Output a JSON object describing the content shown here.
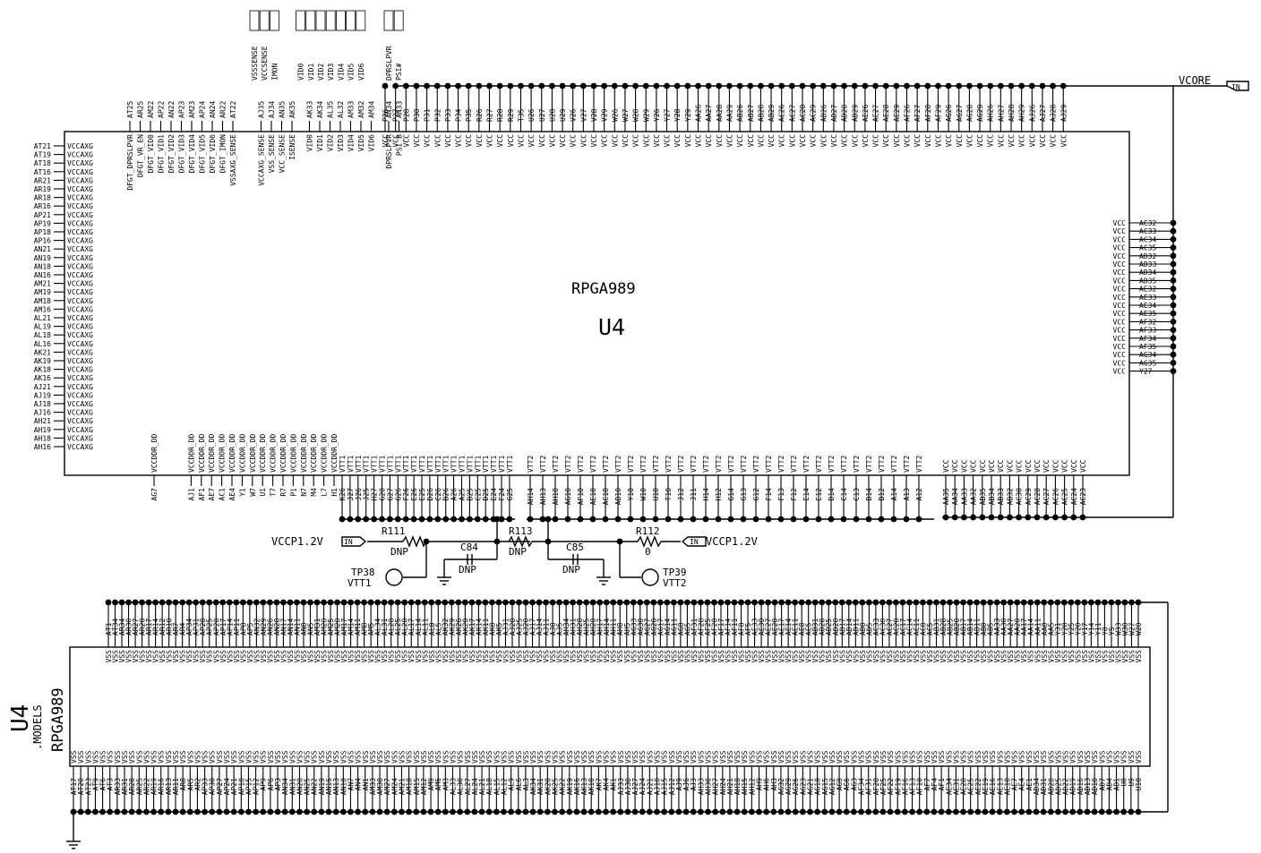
{
  "upper": {
    "part": "RPGA989",
    "refdes": "U4",
    "left_pins": [
      "AT21",
      "AT19",
      "AT18",
      "AT16",
      "AR21",
      "AR19",
      "AR18",
      "AR16",
      "AP21",
      "AP19",
      "AP18",
      "AP16",
      "AN21",
      "AN19",
      "AN18",
      "AN16",
      "AM21",
      "AM19",
      "AM18",
      "AM16",
      "AL21",
      "AL19",
      "AL18",
      "AL16",
      "AK21",
      "AK19",
      "AK18",
      "AK16",
      "AJ21",
      "AJ19",
      "AJ18",
      "AJ16",
      "AH21",
      "AH19",
      "AH18",
      "AH16"
    ],
    "left_names": [
      "VCCAXG",
      "VCCAXG",
      "VCCAXG",
      "VCCAXG",
      "VCCAXG",
      "VCCAXG",
      "VCCAXG",
      "VCCAXG",
      "VCCAXG",
      "VCCAXG",
      "VCCAXG",
      "VCCAXG",
      "VCCAXG",
      "VCCAXG",
      "VCCAXG",
      "VCCAXG",
      "VCCAXG",
      "VCCAXG",
      "VCCAXG",
      "VCCAXG",
      "VCCAXG",
      "VCCAXG",
      "VCCAXG",
      "VCCAXG",
      "VCCAXG",
      "VCCAXG",
      "VCCAXG",
      "VCCAXG",
      "VCCAXG",
      "VCCAXG",
      "VCCAXG",
      "VCCAXG",
      "VCCAXG",
      "VCCAXG",
      "VCCAXG",
      "VCCAXG"
    ],
    "top_left_pins": [
      "AT25",
      "AR25",
      "AM22",
      "AP22",
      "AN22",
      "AP23",
      "AM23",
      "AP24",
      "AN24",
      "AR22",
      "AT22",
      "AJ35",
      "AJ34",
      "AN35",
      "AK35",
      "AK33",
      "AK34",
      "AL35",
      "AL32",
      "AM33",
      "AM32",
      "AM34",
      "AN34",
      "AN33"
    ],
    "top_left_names": [
      "DFGT_DPRSLPVR",
      "DFGT_VR_EN",
      "DFGT_VID0",
      "DFGT_VID1",
      "DFGT_VID2",
      "DFGT_VID3",
      "DFGT_VID4",
      "DFGT_VID5",
      "DFGT_VID6",
      "DFGT_IMON",
      "VSSAXG_SENSE",
      "VCCAXG_SENSE",
      "VSS_SENSE",
      "VCC_SENSE",
      "ISENSE",
      "VID0",
      "VID1",
      "VID2",
      "VID3",
      "VID4",
      "VID5",
      "VID6",
      "DPRSLPVR",
      "PSI_B"
    ],
    "top_nets": [
      "VSSSENSE",
      "VCCSENSE",
      "IMON",
      "VID0",
      "VID1",
      "VID2",
      "VID3",
      "VID4",
      "VID5",
      "VID6",
      "DPRSLPVR",
      "PSI#"
    ],
    "top_vcc_pins": [
      "P26",
      "P27",
      "P28",
      "P30",
      "P31",
      "P32",
      "P33",
      "P34",
      "P35",
      "R26",
      "R27",
      "R28",
      "R29",
      "T35",
      "U26",
      "U27",
      "U28",
      "U29",
      "V26",
      "V27",
      "V28",
      "V29",
      "W26",
      "W27",
      "W28",
      "W29",
      "Y26",
      "Y27",
      "Y28",
      "Y29",
      "AA26",
      "AA27",
      "AA28",
      "AA29",
      "AB26",
      "AB27",
      "AB28",
      "AB29",
      "AC26",
      "AC27",
      "AC28",
      "AC29",
      "AD26",
      "AD27",
      "AD28",
      "AD29",
      "AE26",
      "AE27",
      "AE28",
      "AE29",
      "AF26",
      "AF27",
      "AF28",
      "AF29",
      "AG26",
      "AG27",
      "AG28",
      "AG29",
      "AH26",
      "AH27",
      "AH28",
      "AH29",
      "AJ26",
      "AJ27",
      "AJ28",
      "AJ29"
    ],
    "top_vcc_names": [
      "VCC",
      "VCC",
      "VCC",
      "VCC",
      "VCC",
      "VCC",
      "VCC",
      "VCC",
      "VCC",
      "VCC",
      "VCC",
      "VCC",
      "VCC",
      "VCC",
      "VCC",
      "VCC",
      "VCC",
      "VCC",
      "VCC",
      "VCC",
      "VCC",
      "VCC",
      "VCC",
      "VCC",
      "VCC",
      "VCC",
      "VCC",
      "VCC",
      "VCC",
      "VCC",
      "VCC",
      "VCC",
      "VCC",
      "VCC",
      "VCC",
      "VCC",
      "VCC",
      "VCC",
      "VCC",
      "VCC",
      "VCC",
      "VCC",
      "VCC",
      "VCC",
      "VCC",
      "VCC",
      "VCC",
      "VCC",
      "VCC",
      "VCC",
      "VCC",
      "VCC",
      "VCC",
      "VCC",
      "VCC",
      "VCC",
      "VCC",
      "VCC",
      "VCC",
      "VCC",
      "VCC",
      "VCC",
      "VCC",
      "VCC",
      "VCC",
      "VCC"
    ],
    "right_pins": [
      "AC32",
      "AC33",
      "AC34",
      "AC35",
      "AD32",
      "AD33",
      "AD34",
      "AD35",
      "AE32",
      "AE33",
      "AE34",
      "AE35",
      "AF32",
      "AF33",
      "AF34",
      "AF35",
      "AG34",
      "AG35",
      "Y27"
    ],
    "right_names": [
      "VCC",
      "VCC",
      "VCC",
      "VCC",
      "VCC",
      "VCC",
      "VCC",
      "VCC",
      "VCC",
      "VCC",
      "VCC",
      "VCC",
      "VCC",
      "VCC",
      "VCC",
      "VCC",
      "VCC",
      "VCC",
      "VCC"
    ],
    "bottom_ddr_pins": [
      "AG7",
      "AJ1",
      "AF1",
      "AE7",
      "AC1",
      "AE4",
      "Y1",
      "W7",
      "U1",
      "T7",
      "R7",
      "P1",
      "N7",
      "M4",
      "L7",
      "H1"
    ],
    "bottom_ddr_names": [
      "VCCDDR_DD",
      "VCCDDR_DD",
      "VCCDDR_DD",
      "VCCDDR_DD",
      "VCCDDR_DD",
      "VCCDDR_DD",
      "VCCDDR_DD",
      "VCCDDR_DD",
      "VCCDDR_DD",
      "VCCDDR_DD",
      "VCCDDR_DD",
      "VCCDDR_DD",
      "VCCDDR_DD",
      "VCCDDR_DD",
      "VCCDDR_DD",
      "VCCDDR_DD"
    ],
    "vtt1_pins": [
      "K26",
      "J27",
      "J26",
      "J25",
      "H27",
      "G28",
      "G27",
      "G26",
      "F26",
      "E26",
      "E25",
      "D26",
      "C26",
      "B26",
      "A26",
      "A25",
      "B25",
      "C25",
      "D25",
      "E24",
      "F24",
      "G25"
    ],
    "vtt1_names": [
      "VTT1",
      "VTT1",
      "VTT1",
      "VTT1",
      "VTT1",
      "VTT1",
      "VTT1",
      "VTT1",
      "VTT1",
      "VTT1",
      "VTT1",
      "VTT1",
      "VTT1",
      "VTT1",
      "VTT1",
      "VTT1",
      "VTT1",
      "VTT1",
      "VTT1",
      "VTT1",
      "VTT1",
      "VTT1"
    ],
    "vtt2_pins": [
      "AH14",
      "AH13",
      "AH10",
      "AG10",
      "AF10",
      "AE10",
      "AC10",
      "AB10",
      "Y10",
      "W10",
      "U10",
      "T10",
      "J12",
      "J11",
      "H14",
      "H12",
      "G14",
      "G13",
      "G12",
      "F14",
      "F13",
      "F12",
      "E14",
      "E12",
      "D14",
      "C14",
      "C13",
      "B14",
      "B12",
      "A14",
      "A13",
      "A12"
    ],
    "vtt2_names": [
      "VTT2",
      "VTT2",
      "VTT2",
      "VTT2",
      "VTT2",
      "VTT2",
      "VTT2",
      "VTT2",
      "VTT2",
      "VTT2",
      "VTT2",
      "VTT2",
      "VTT2",
      "VTT2",
      "VTT2",
      "VTT2",
      "VTT2",
      "VTT2",
      "VTT2",
      "VTT2",
      "VTT2",
      "VTT2",
      "VTT2",
      "VTT2",
      "VTT2",
      "VTT2",
      "VTT2",
      "VTT2",
      "VTT2",
      "VTT2",
      "VTT2",
      "VTT2"
    ],
    "bottom_vcc_pins": [
      "AA35",
      "AA34",
      "AA33",
      "AA32",
      "AB35",
      "AB34",
      "AB33",
      "AB32",
      "AC30",
      "AC29",
      "AC28",
      "AC27",
      "AC26",
      "AC25",
      "AC24",
      "AC23"
    ],
    "bottom_vcc_names": [
      "VCC",
      "VCC",
      "VCC",
      "VCC",
      "VCC",
      "VCC",
      "VCC",
      "VCC",
      "VCC",
      "VCC",
      "VCC",
      "VCC",
      "VCC",
      "VCC",
      "VCC",
      "VCC"
    ]
  },
  "nets": {
    "vcore": "VCORE",
    "in_flag": "IN",
    "vccp_left": "VCCP1.2V",
    "vccp_right": "VCCP1.2V"
  },
  "passives": {
    "r111": {
      "ref": "R111",
      "value": "DNP"
    },
    "r113": {
      "ref": "R113",
      "value": "DNP"
    },
    "r112": {
      "ref": "R112",
      "value": "0"
    },
    "c84": {
      "ref": "C84",
      "value": "DNP"
    },
    "c85": {
      "ref": "C85",
      "value": "DNP"
    },
    "tp38": {
      "ref": "TP38",
      "net": "VTT1"
    },
    "tp39": {
      "ref": "TP39",
      "net": "VTT2"
    }
  },
  "lower": {
    "part": "RPGA989",
    "refdes": "U4",
    "model": ".MODELS",
    "top_pins": [
      "AT1",
      "AT34",
      "AR34",
      "AR30",
      "AR27",
      "AR20",
      "AR17",
      "AR14",
      "AR12",
      "AR10",
      "AR7",
      "AR4",
      "AP34",
      "AP31",
      "AP28",
      "AP25",
      "AP20",
      "AP17",
      "AP14",
      "AP11",
      "AP8",
      "AP5",
      "AN32",
      "AN29",
      "AN26",
      "AN20",
      "AN17",
      "AN14",
      "AN11",
      "AN8",
      "AN5",
      "AM31",
      "AM28",
      "AM25",
      "AM20",
      "AM17",
      "AM14",
      "AM11",
      "AM8",
      "AM5",
      "AL34",
      "AL31",
      "AL28",
      "AL25",
      "AL20",
      "AL17",
      "AL14",
      "AL11",
      "AL8",
      "AL5",
      "AK32",
      "AK29",
      "AK26",
      "AK20",
      "AK17",
      "AK14",
      "AK11",
      "AK8",
      "AK5",
      "AJ31",
      "AJ28",
      "AJ25",
      "AJ20",
      "AJ17",
      "AJ14",
      "AJ11",
      "AJ8",
      "AJ5",
      "AH34",
      "AH31",
      "AH28",
      "AH25",
      "AH20",
      "AH17",
      "AH14",
      "AH11",
      "AH8",
      "AH5",
      "AG33",
      "AG30",
      "AG27",
      "AG20",
      "AG17",
      "AG14",
      "AG11",
      "AG8",
      "AG5",
      "AF31",
      "AF28",
      "AF25",
      "AF20",
      "AF17",
      "AF14",
      "AF11",
      "AF8",
      "AF5",
      "AE33",
      "AE30",
      "AE27",
      "AE20",
      "AE17",
      "AE14",
      "AE11",
      "AE8",
      "AE5",
      "AD31",
      "AD28",
      "AD25",
      "AD20",
      "AD17",
      "AD14",
      "AD11",
      "AD8",
      "AD5",
      "AC33",
      "AC30",
      "AC27",
      "AC20",
      "AC17",
      "AC14",
      "AC11",
      "AC8",
      "AC5",
      "AB31",
      "AB28",
      "AB25",
      "AB20",
      "AB17",
      "AB14",
      "AB11",
      "AB8",
      "AB5",
      "AA33",
      "AA30",
      "AA27",
      "AA20",
      "AA17",
      "AA14",
      "AA11",
      "AA8",
      "AA5",
      "Y31",
      "Y28",
      "Y25",
      "Y20",
      "Y17",
      "Y14",
      "Y11",
      "Y8",
      "Y5",
      "W33",
      "W30",
      "W27",
      "W20"
    ],
    "bottom_pins": [
      "AT17",
      "AT20",
      "AT23",
      "AT9",
      "AT6",
      "AT3",
      "AR33",
      "AR31",
      "AR28",
      "AR25",
      "AR22",
      "AR19",
      "AR16",
      "AR13",
      "AR11",
      "AR8",
      "AR5",
      "AR2",
      "AP33",
      "AP30",
      "AP27",
      "AP24",
      "AP21",
      "AP18",
      "AP15",
      "AP12",
      "AP9",
      "AP6",
      "AP3",
      "AN34",
      "AN31",
      "AN28",
      "AN25",
      "AN22",
      "AN19",
      "AN16",
      "AN13",
      "AN10",
      "AN7",
      "AN4",
      "AN1",
      "AM33",
      "AM30",
      "AM27",
      "AM24",
      "AM21",
      "AM18",
      "AM15",
      "AM12",
      "AM9",
      "AM6",
      "AM3",
      "AL33",
      "AL30",
      "AL27",
      "AL24",
      "AL21",
      "AL18",
      "AL15",
      "AL12",
      "AL9",
      "AL6",
      "AL3",
      "AK34",
      "AK31",
      "AK28",
      "AK25",
      "AK22",
      "AK19",
      "AK16",
      "AK13",
      "AK10",
      "AK7",
      "AK4",
      "AK1",
      "AJ33",
      "AJ30",
      "AJ27",
      "AJ24",
      "AJ21",
      "AJ18",
      "AJ15",
      "AJ12",
      "AJ9",
      "AJ6",
      "AJ3",
      "AH33",
      "AH30",
      "AH27",
      "AH24",
      "AH21",
      "AH18",
      "AH15",
      "AH12",
      "AH9",
      "AH6",
      "AH3",
      "AG32",
      "AG29",
      "AG26",
      "AG23",
      "AG21",
      "AG18",
      "AG15",
      "AG12",
      "AG9",
      "AG6",
      "AG3",
      "AF34",
      "AF31",
      "AF28",
      "AF25",
      "AF22",
      "AF19",
      "AF16",
      "AF13",
      "AF10",
      "AF7",
      "AF4",
      "AF1",
      "AE34",
      "AE31",
      "AE28",
      "AE25",
      "AE22",
      "AE19",
      "AE16",
      "AE13",
      "AE10",
      "AE7",
      "AE4",
      "AE1",
      "AD34",
      "AD31",
      "AD28",
      "AD25",
      "AD22",
      "AD19",
      "AD16",
      "AD13",
      "AD10",
      "AD7",
      "AD4",
      "AD1",
      "U8",
      "U9",
      "U10"
    ],
    "pin_name": "VSS"
  }
}
